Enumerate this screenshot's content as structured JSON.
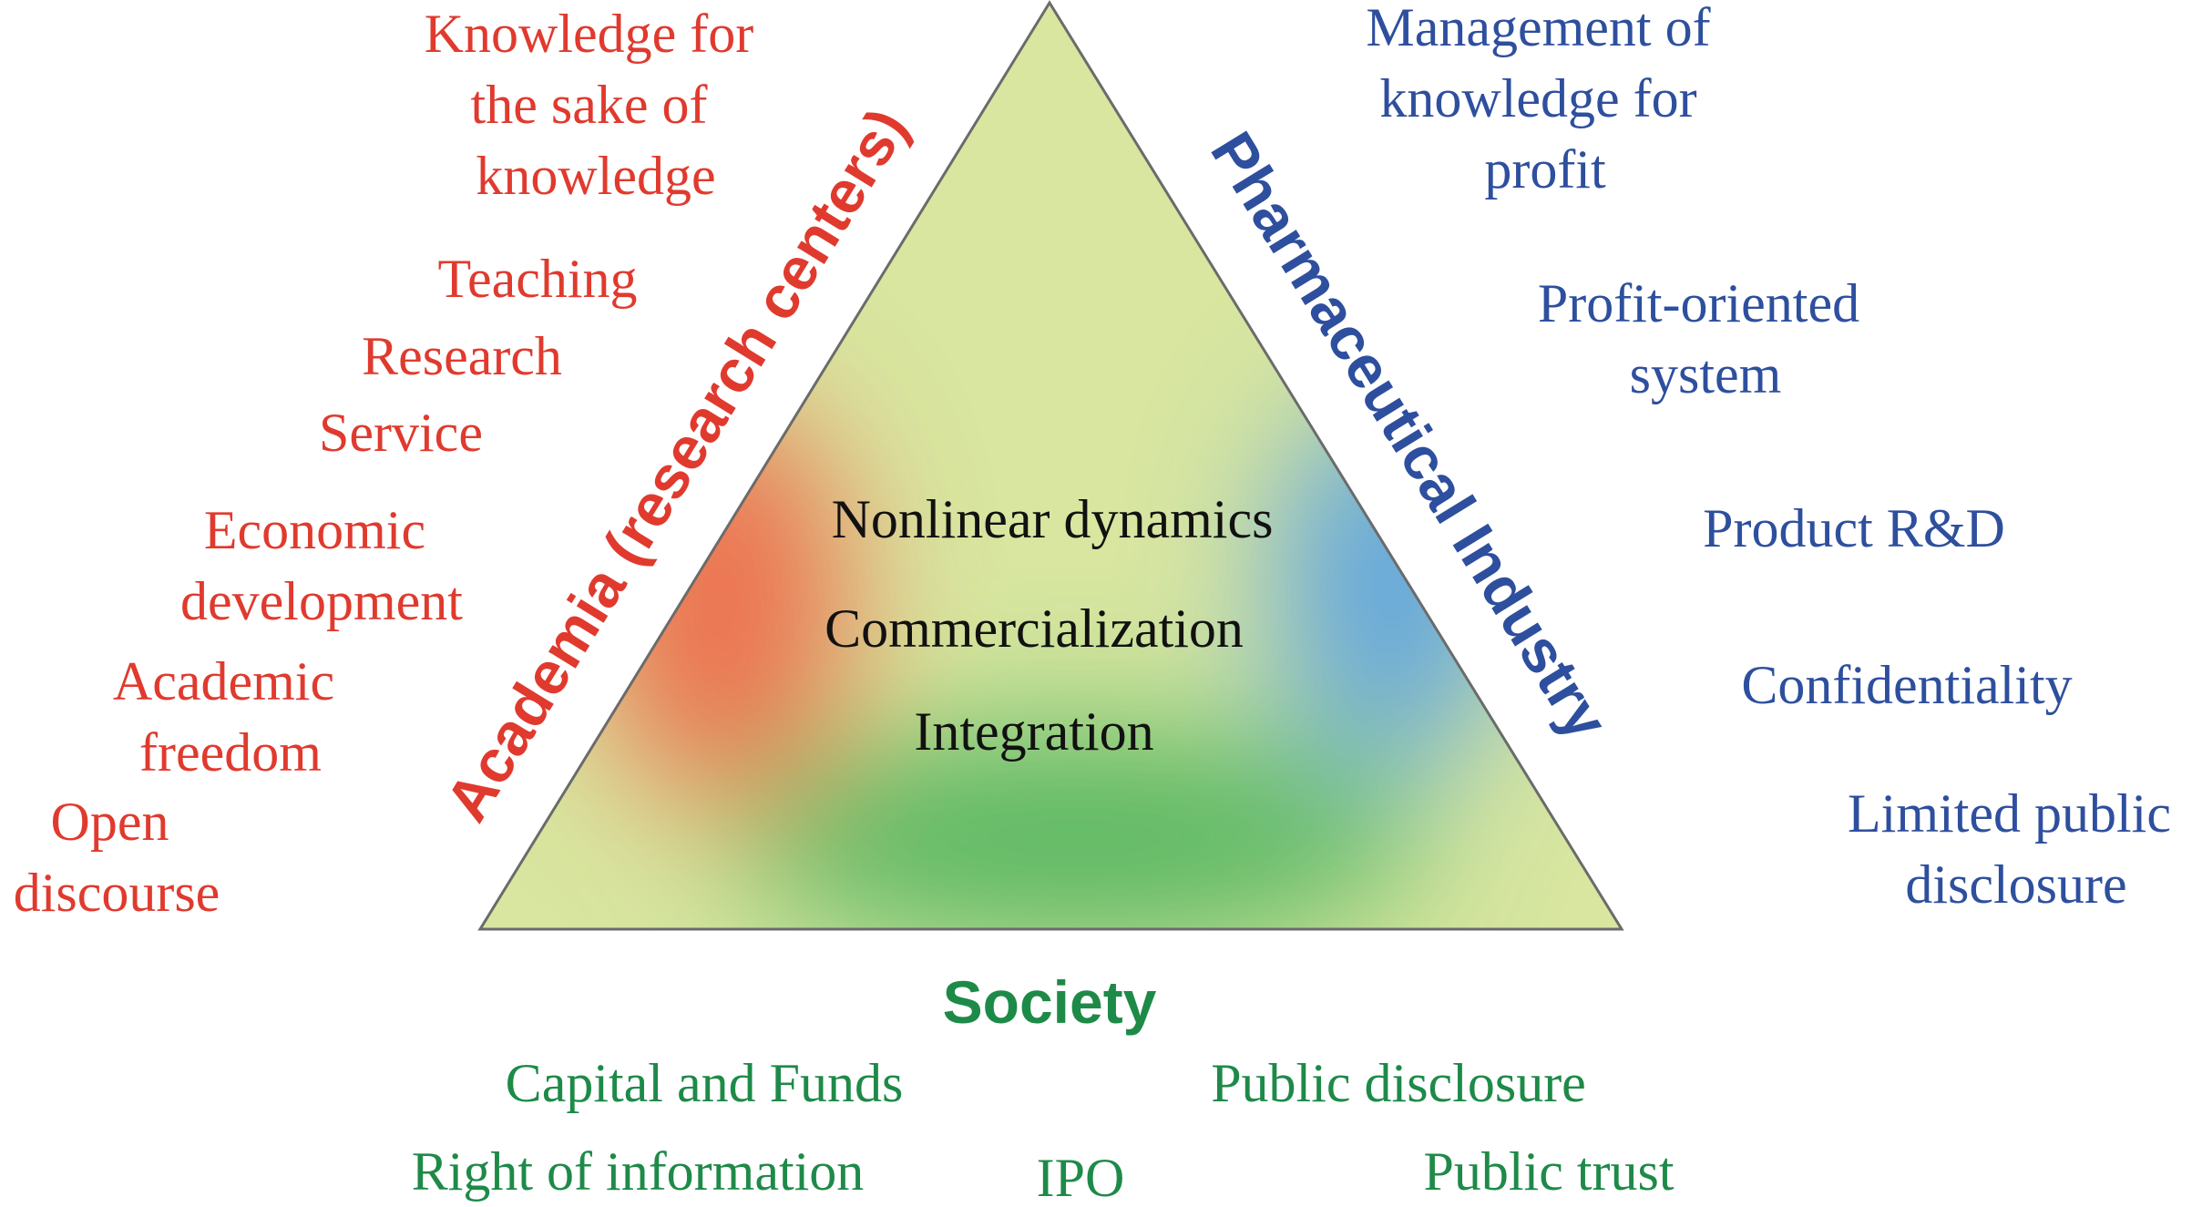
{
  "colors": {
    "academia": "#e03a2e",
    "industry": "#2e4f9e",
    "society": "#1e8a48",
    "center_text": "#111111",
    "triangle_outline": "#6b6b6b",
    "gradient_base": "#d8e6a0",
    "gradient_red": "#ee6a4c",
    "gradient_blue": "#5ca2e0",
    "gradient_green": "#52b560"
  },
  "academia": {
    "label": "Academia (research centers)",
    "items": [
      {
        "lines": [
          "Knowledge for",
          "the sake of",
          "knowledge"
        ]
      },
      {
        "lines": [
          "Teaching"
        ]
      },
      {
        "lines": [
          "Research"
        ]
      },
      {
        "lines": [
          "Service"
        ]
      },
      {
        "lines": [
          "Economic",
          "development"
        ]
      },
      {
        "lines": [
          "Academic",
          "freedom"
        ]
      },
      {
        "lines": [
          "Open",
          "discourse"
        ]
      }
    ]
  },
  "industry": {
    "label": "Pharmaceutical Industry",
    "items": [
      {
        "lines": [
          "Management of",
          "knowledge for",
          "profit"
        ]
      },
      {
        "lines": [
          "Profit-oriented",
          "system"
        ]
      },
      {
        "lines": [
          "Product R&D"
        ]
      },
      {
        "lines": [
          "Confidentiality"
        ]
      },
      {
        "lines": [
          "Limited public",
          "disclosure"
        ]
      }
    ]
  },
  "society": {
    "label": "Society",
    "items": [
      {
        "text": "Capital and Funds"
      },
      {
        "text": "Public disclosure"
      },
      {
        "text": "Right of information"
      },
      {
        "text": "IPO"
      },
      {
        "text": "Public trust"
      }
    ]
  },
  "center": {
    "items": [
      "Nonlinear dynamics",
      "Commercialization",
      "Integration"
    ]
  }
}
